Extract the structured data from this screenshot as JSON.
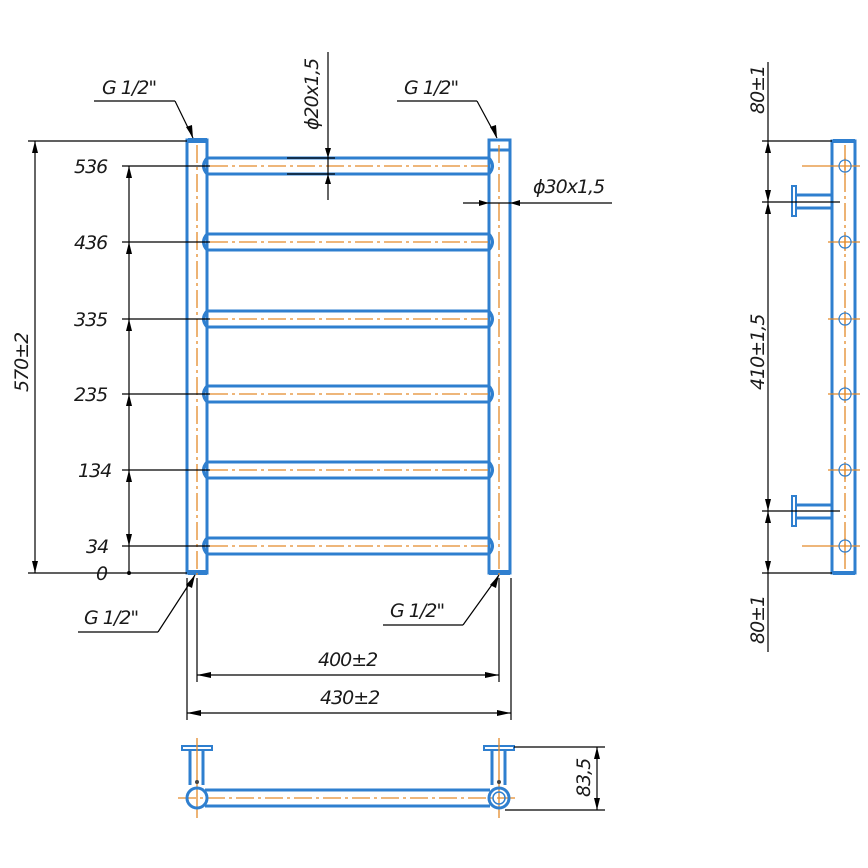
{
  "drawing": {
    "title": "Towel rail technical drawing",
    "colors": {
      "pipe_outline": "#2f7fcf",
      "center_line": "#e38a2a",
      "dimension_line": "#000000"
    },
    "front_view": {
      "top_left_connection": "G 1/2\"",
      "top_right_connection": "G 1/2\"",
      "bottom_left_connection": "G 1/2\"",
      "bottom_right_connection": "G 1/2\"",
      "crossbar_pipe": "ϕ20x1,5",
      "riser_pipe": "ϕ30x1,5",
      "overall_height": "570±2",
      "center_distance": "400±2",
      "overall_width": "430±2",
      "rung_positions": [
        "536",
        "436",
        "335",
        "235",
        "134",
        "34",
        "0"
      ]
    },
    "side_view": {
      "top_offset": "80±1",
      "mount_spacing": "410±1,5",
      "bottom_offset": "80±1"
    },
    "bottom_view": {
      "wall_depth": "83,5"
    }
  }
}
